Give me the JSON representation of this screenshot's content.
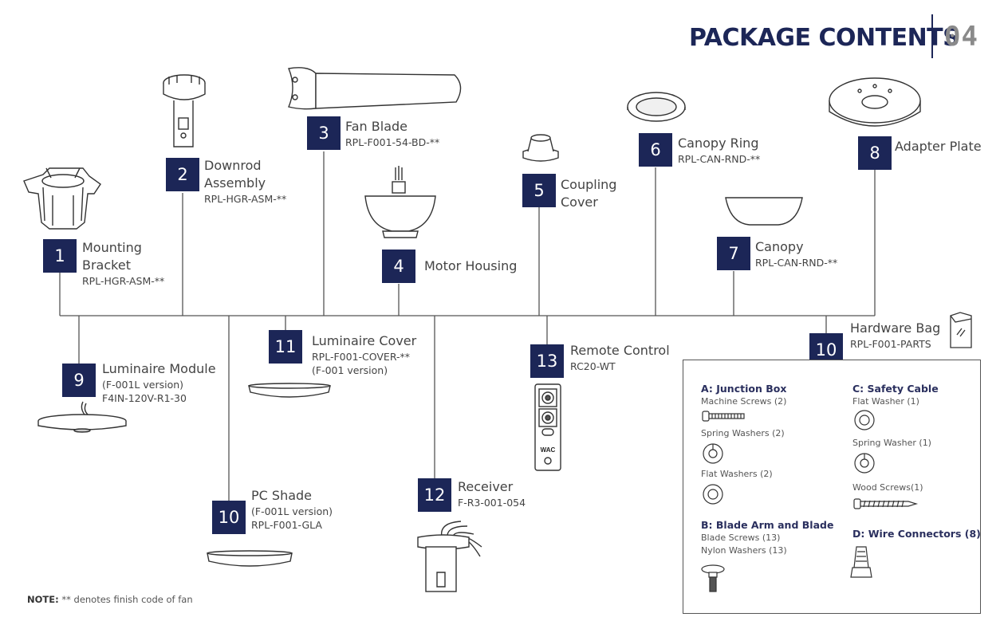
{
  "header": {
    "title": "PACKAGE CONTENTS",
    "page_number": "04"
  },
  "parts": {
    "p1": {
      "num": "1",
      "name1": "Mounting",
      "name2": "Bracket",
      "code": "RPL-HGR-ASM-**"
    },
    "p2": {
      "num": "2",
      "name1": "Downrod",
      "name2": "Assembly",
      "code": "RPL-HGR-ASM-**"
    },
    "p3": {
      "num": "3",
      "name1": "Fan Blade",
      "code": "RPL-F001-54-BD-**"
    },
    "p4": {
      "num": "4",
      "name1": "Motor Housing"
    },
    "p5": {
      "num": "5",
      "name1": "Coupling",
      "name2": "Cover"
    },
    "p6": {
      "num": "6",
      "name1": "Canopy Ring",
      "code": "RPL-CAN-RND-**"
    },
    "p7": {
      "num": "7",
      "name1": "Canopy",
      "code": "RPL-CAN-RND-**"
    },
    "p8": {
      "num": "8",
      "name1": "Adapter Plate"
    },
    "p9": {
      "num": "9",
      "name1": "Luminaire Module",
      "version": "(F-001L version)",
      "code": "F4IN-120V-R1-30"
    },
    "p10a": {
      "num": "10",
      "name1": "PC Shade",
      "version": "(F-001L version)",
      "code": "RPL-F001-GLA"
    },
    "p11": {
      "num": "11",
      "name1": "Luminaire Cover",
      "code": "RPL-F001-COVER-**",
      "version": "(F-001 version)"
    },
    "p12": {
      "num": "12",
      "name1": "Receiver",
      "code": "F-R3-001-054"
    },
    "p13": {
      "num": "13",
      "name1": "Remote Control",
      "code": "RC20-WT"
    },
    "p10b": {
      "num": "10",
      "name1": "Hardware Bag",
      "code": "RPL-F001-PARTS"
    }
  },
  "remote_brand": "WAC",
  "hardware": {
    "a": {
      "title": "A: Junction Box",
      "items": [
        "Machine Screws (2)",
        "Spring Washers (2)",
        "Flat Washers (2)"
      ]
    },
    "b": {
      "title": "B: Blade Arm and Blade",
      "items": [
        "Blade Screws (13)",
        "Nylon Washers (13)"
      ]
    },
    "c": {
      "title": "C: Safety Cable",
      "items": [
        "Flat Washer (1)",
        "Spring Washer (1)",
        "Wood Screws(1)"
      ]
    },
    "d": {
      "title": "D: Wire Connectors (8)"
    }
  },
  "note": {
    "label": "NOTE:",
    "text": " ** denotes finish code of fan"
  },
  "colors": {
    "badge": "#1c2657",
    "title": "#1c2657",
    "page_number": "#8a8a8a"
  }
}
